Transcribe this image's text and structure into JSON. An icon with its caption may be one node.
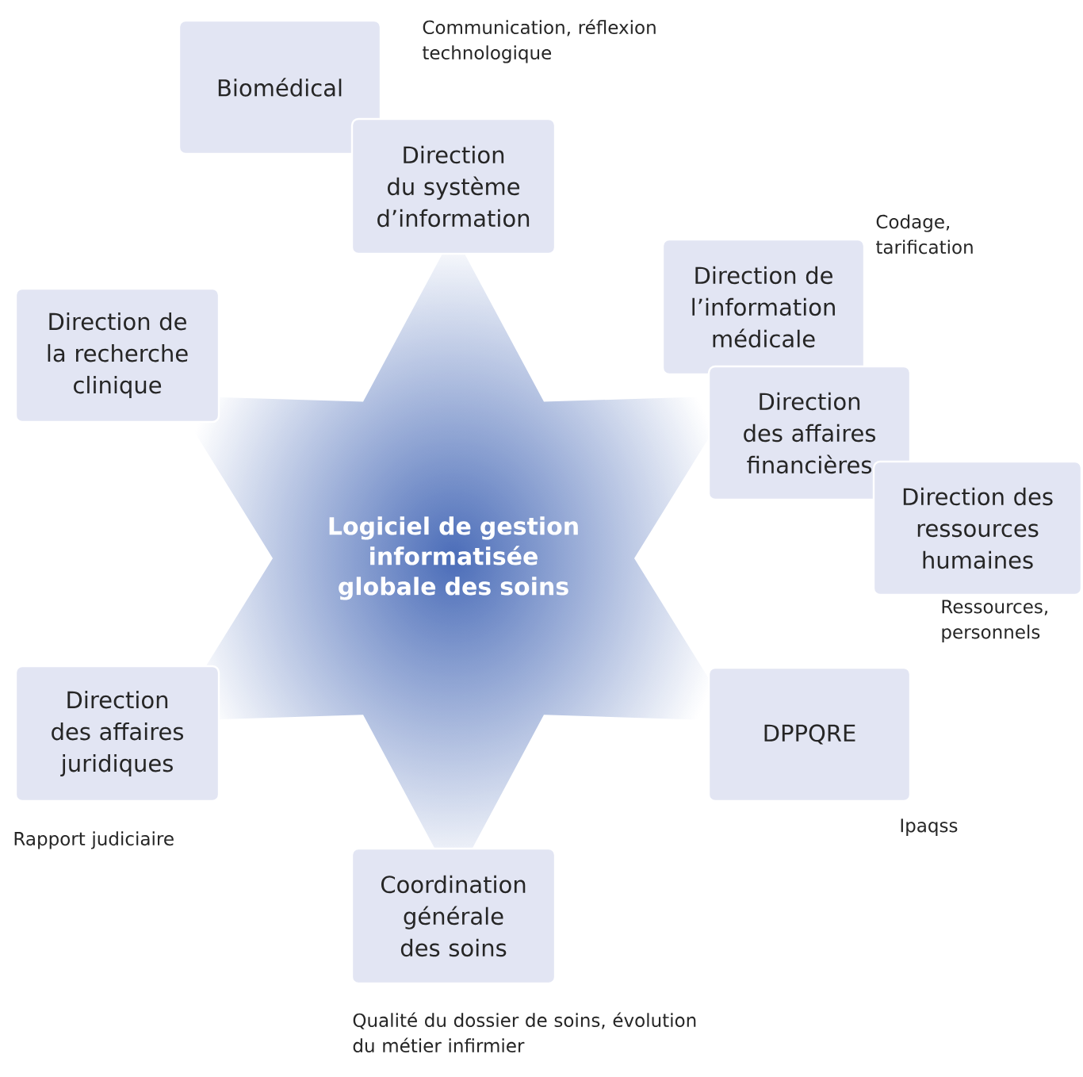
{
  "diagram": {
    "nodes": [
      {
        "text": [
          "Logiciel de gestion informatisée globale des soins"
        ]
      },
      {
        "text": [
          "Biomédical"
        ]
      },
      {
        "text": [
          "Direction du système d’information"
        ]
      },
      {
        "text": [
          "Direction de la recherche clinique"
        ]
      },
      {
        "text": [
          "Direction de l’information médicale"
        ]
      },
      {
        "text": [
          "Direction des affaires financières"
        ]
      },
      {
        "text": [
          "Direction des ressources humaines"
        ]
      },
      {
        "text": [
          "DPPQRE"
        ]
      },
      {
        "text": [
          "Direction des affaires juridiques"
        ]
      },
      {
        "text": [
          "Coordination générale des soins"
        ]
      }
    ],
    "labels": [
      "Communication, réflexion technologique",
      "Codage, tarification",
      "Ressources, personnels",
      "Rapport judiciaire",
      "Ipaqss",
      "Qualité du dossier de soins, évolution du métier infirmier"
    ]
  }
}
